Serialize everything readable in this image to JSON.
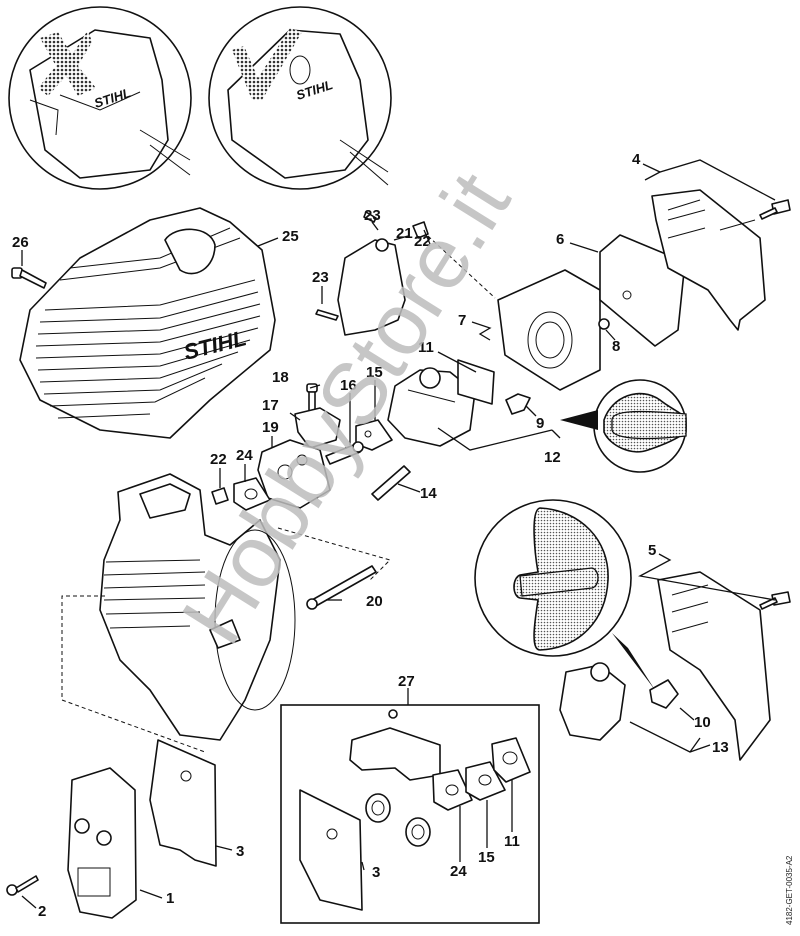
{
  "diagram": {
    "title": "STIHL exploded parts diagram - shroud, carburetor and air filter",
    "brand_logo": "STIHL",
    "inset_top_left": {
      "meaning": "incorrect",
      "icon": "cross-mark"
    },
    "inset_top_right": {
      "meaning": "correct",
      "icon": "check-mark"
    },
    "watermark": "HobbyStore.it",
    "drawing_code": "4182-GET-0035-A2",
    "callouts": [
      {
        "id": "c1",
        "label": "1",
        "part": "muffler"
      },
      {
        "id": "c2",
        "label": "2",
        "part": "muffler-screw"
      },
      {
        "id": "c3a",
        "label": "3",
        "part": "heat-shield-gasket"
      },
      {
        "id": "c3b",
        "label": "3",
        "part": "heat-shield-gasket (kit)"
      },
      {
        "id": "c4",
        "label": "4",
        "part": "air-filter-cover"
      },
      {
        "id": "c5",
        "label": "5",
        "part": "air-filter-cover (alt)"
      },
      {
        "id": "c6",
        "label": "6",
        "part": "air-filter"
      },
      {
        "id": "c7",
        "label": "7",
        "part": "filter-base"
      },
      {
        "id": "c8",
        "label": "8",
        "part": "nut"
      },
      {
        "id": "c9",
        "label": "9",
        "part": "choke-knob"
      },
      {
        "id": "c10",
        "label": "10",
        "part": "choke-knob (alt)"
      },
      {
        "id": "c11a",
        "label": "11",
        "part": "gasket"
      },
      {
        "id": "c11b",
        "label": "11",
        "part": "gasket (kit)"
      },
      {
        "id": "c12",
        "label": "12",
        "part": "carburetor-assembly"
      },
      {
        "id": "c13",
        "label": "13",
        "part": "carburetor-assembly (alt)"
      },
      {
        "id": "c14",
        "label": "14",
        "part": "sleeve"
      },
      {
        "id": "c15a",
        "label": "15",
        "part": "gasket"
      },
      {
        "id": "c15b",
        "label": "15",
        "part": "gasket (kit)"
      },
      {
        "id": "c16",
        "label": "16",
        "part": "screw"
      },
      {
        "id": "c17",
        "label": "17",
        "part": "throttle-bracket"
      },
      {
        "id": "c18",
        "label": "18",
        "part": "screw"
      },
      {
        "id": "c19",
        "label": "19",
        "part": "intake-manifold"
      },
      {
        "id": "c20",
        "label": "20",
        "part": "long-screw"
      },
      {
        "id": "c21",
        "label": "21",
        "part": "clip"
      },
      {
        "id": "c22a",
        "label": "22",
        "part": "grommet"
      },
      {
        "id": "c22b",
        "label": "22",
        "part": "grommet"
      },
      {
        "id": "c23a",
        "label": "23",
        "part": "screw"
      },
      {
        "id": "c23b",
        "label": "23",
        "part": "screw"
      },
      {
        "id": "c24a",
        "label": "24",
        "part": "gasket"
      },
      {
        "id": "c24b",
        "label": "24",
        "part": "gasket (kit)"
      },
      {
        "id": "c25",
        "label": "25",
        "part": "engine-shroud"
      },
      {
        "id": "c26",
        "label": "26",
        "part": "shroud-screw"
      },
      {
        "id": "c27",
        "label": "27",
        "part": "gasket-set"
      }
    ]
  }
}
